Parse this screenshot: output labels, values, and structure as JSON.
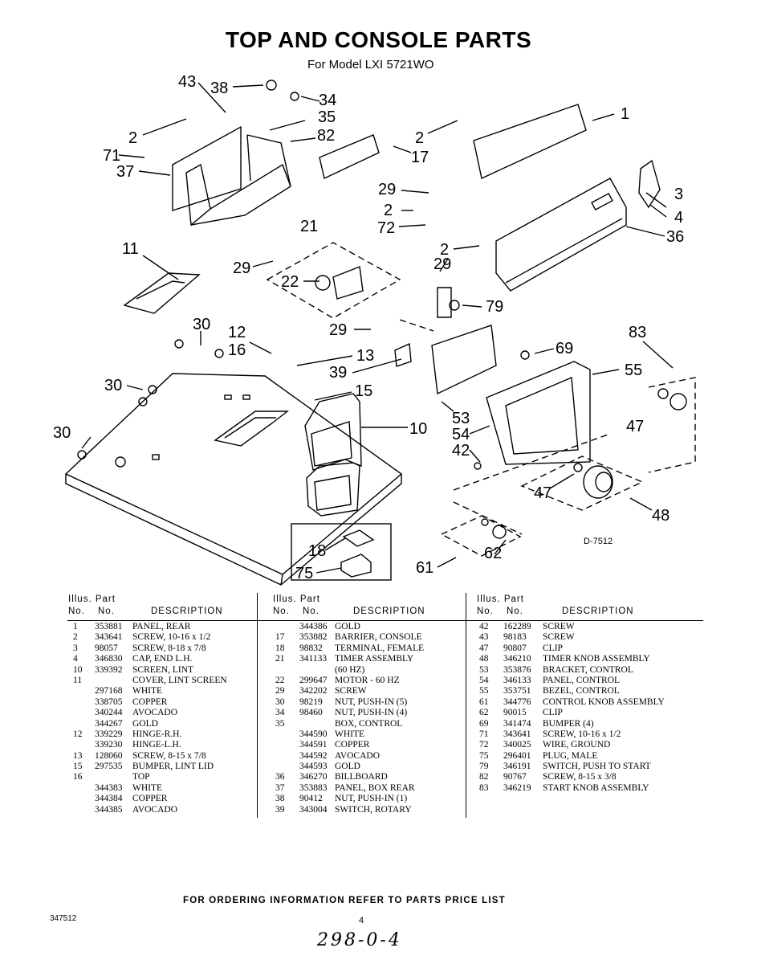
{
  "title": "TOP AND CONSOLE PARTS",
  "subtitle": "For Model LXI 5721WO",
  "diagram_code": "D-7512",
  "callouts": [
    "1",
    "2",
    "3",
    "4",
    "10",
    "11",
    "12",
    "13",
    "15",
    "16",
    "17",
    "18",
    "21",
    "22",
    "29",
    "30",
    "34",
    "35",
    "36",
    "37",
    "38",
    "39",
    "42",
    "43",
    "47",
    "48",
    "53",
    "54",
    "55",
    "61",
    "62",
    "69",
    "71",
    "72",
    "75",
    "79",
    "82",
    "83"
  ],
  "table_headers": {
    "illus_line1": "Illus.  Part",
    "no": "No.",
    "part_no": "No.",
    "description": "DESCRIPTION"
  },
  "col1": [
    {
      "illus": "1",
      "part": "353881",
      "desc": "PANEL, REAR"
    },
    {
      "illus": "2",
      "part": "343641",
      "desc": "SCREW, 10-16 x 1/2"
    },
    {
      "illus": "3",
      "part": "98057",
      "desc": "SCREW, 8-18 x 7/8"
    },
    {
      "illus": "4",
      "part": "346830",
      "desc": "CAP, END L.H."
    },
    {
      "illus": "10",
      "part": "339392",
      "desc": "SCREEN, LINT"
    },
    {
      "illus": "11",
      "part": "",
      "desc": "COVER, LINT SCREEN"
    },
    {
      "illus": "",
      "part": "297168",
      "desc": "WHITE"
    },
    {
      "illus": "",
      "part": "338705",
      "desc": "COPPER"
    },
    {
      "illus": "",
      "part": "340244",
      "desc": "AVOCADO"
    },
    {
      "illus": "",
      "part": "344267",
      "desc": "GOLD"
    },
    {
      "illus": "12",
      "part": "339229",
      "desc": "HINGE-R.H."
    },
    {
      "illus": "",
      "part": "339230",
      "desc": "HINGE-L.H."
    },
    {
      "illus": "13",
      "part": "128060",
      "desc": "SCREW, 8-15 x 7/8"
    },
    {
      "illus": "15",
      "part": "297535",
      "desc": "BUMPER, LINT LID"
    },
    {
      "illus": "16",
      "part": "",
      "desc": "TOP"
    },
    {
      "illus": "",
      "part": "344383",
      "desc": "WHITE"
    },
    {
      "illus": "",
      "part": "344384",
      "desc": "COPPER"
    },
    {
      "illus": "",
      "part": "344385",
      "desc": "AVOCADO"
    }
  ],
  "col2": [
    {
      "illus": "",
      "part": "344386",
      "desc": "GOLD"
    },
    {
      "illus": "17",
      "part": "353882",
      "desc": "BARRIER, CONSOLE"
    },
    {
      "illus": "18",
      "part": "98832",
      "desc": "TERMINAL, FEMALE"
    },
    {
      "illus": "21",
      "part": "341133",
      "desc": "TIMER ASSEMBLY"
    },
    {
      "illus": "",
      "part": "",
      "desc": "(60 HZ)"
    },
    {
      "illus": "22",
      "part": "299647",
      "desc": "MOTOR - 60 HZ"
    },
    {
      "illus": "29",
      "part": "342202",
      "desc": "SCREW"
    },
    {
      "illus": "30",
      "part": "98219",
      "desc": "NUT, PUSH-IN (5)"
    },
    {
      "illus": "34",
      "part": "98460",
      "desc": "NUT, PUSH-IN (4)"
    },
    {
      "illus": "35",
      "part": "",
      "desc": "BOX, CONTROL"
    },
    {
      "illus": "",
      "part": "344590",
      "desc": "WHITE"
    },
    {
      "illus": "",
      "part": "344591",
      "desc": "COPPER"
    },
    {
      "illus": "",
      "part": "344592",
      "desc": "AVOCADO"
    },
    {
      "illus": "",
      "part": "344593",
      "desc": "GOLD"
    },
    {
      "illus": "36",
      "part": "346270",
      "desc": "BILLBOARD"
    },
    {
      "illus": "37",
      "part": "353883",
      "desc": "PANEL, BOX REAR"
    },
    {
      "illus": "38",
      "part": "90412",
      "desc": "NUT, PUSH-IN (1)"
    },
    {
      "illus": "39",
      "part": "343004",
      "desc": "SWITCH, ROTARY"
    }
  ],
  "col3": [
    {
      "illus": "42",
      "part": "162289",
      "desc": "SCREW"
    },
    {
      "illus": "43",
      "part": "98183",
      "desc": "SCREW"
    },
    {
      "illus": "47",
      "part": "90807",
      "desc": "CLIP"
    },
    {
      "illus": "48",
      "part": "346210",
      "desc": "TIMER KNOB ASSEMBLY"
    },
    {
      "illus": "53",
      "part": "353876",
      "desc": "BRACKET, CONTROL"
    },
    {
      "illus": "54",
      "part": "346133",
      "desc": "PANEL, CONTROL"
    },
    {
      "illus": "55",
      "part": "353751",
      "desc": "BEZEL, CONTROL"
    },
    {
      "illus": "61",
      "part": "344776",
      "desc": "CONTROL KNOB ASSEMBLY"
    },
    {
      "illus": "62",
      "part": "90015",
      "desc": "CLIP"
    },
    {
      "illus": "69",
      "part": "341474",
      "desc": "BUMPER (4)"
    },
    {
      "illus": "71",
      "part": "343641",
      "desc": "SCREW, 10-16 x 1/2"
    },
    {
      "illus": "72",
      "part": "340025",
      "desc": "WIRE, GROUND"
    },
    {
      "illus": "75",
      "part": "296401",
      "desc": "PLUG, MALE"
    },
    {
      "illus": "79",
      "part": "346191",
      "desc": "SWITCH, PUSH TO START"
    },
    {
      "illus": "82",
      "part": "90767",
      "desc": "SCREW, 8-15 x 3/8"
    },
    {
      "illus": "83",
      "part": "346219",
      "desc": "START KNOB ASSEMBLY"
    }
  ],
  "footer": "FOR ORDERING INFORMATION REFER TO PARTS PRICE LIST",
  "doc_number": "347512",
  "page_number": "4",
  "handwritten": "298-0-4"
}
